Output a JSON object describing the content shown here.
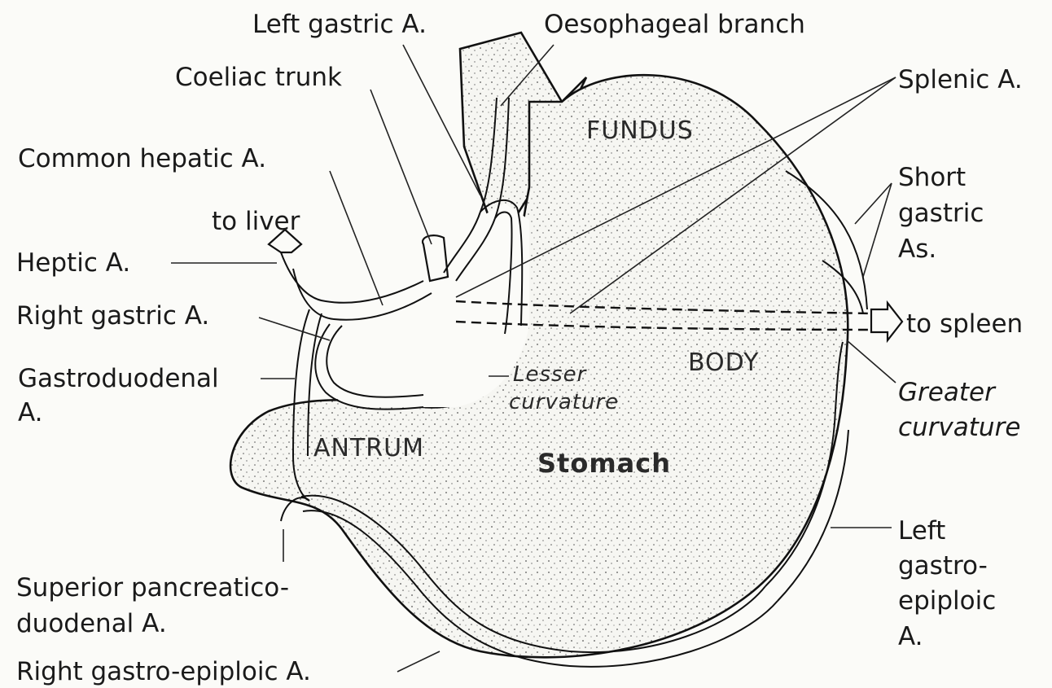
{
  "labels": {
    "left_gastric": "Left gastric A.",
    "oesophageal_branch": "Oesophageal branch",
    "coeliac_trunk": "Coeliac trunk",
    "splenic": "Splenic A.",
    "common_hepatic": "Common hepatic A.",
    "fundus": "FUNDUS",
    "short_gastric_1": "Short",
    "short_gastric_2": "gastric",
    "short_gastric_3": "As.",
    "to_liver": "to liver",
    "heptic": "Heptic A.",
    "right_gastric": "Right gastric A.",
    "to_spleen": "to spleen",
    "body": "BODY",
    "gastroduodenal_1": "Gastroduodenal",
    "gastroduodenal_2": "A.",
    "lesser_curvature_1": "Lesser",
    "lesser_curvature_2": "curvature",
    "greater_curvature_1": "Greater",
    "greater_curvature_2": "curvature",
    "antrum": "ANTRUM",
    "stomach": "Stomach",
    "left_gastro_epiploic_1": "Left",
    "left_gastro_epiploic_2": "gastro-",
    "left_gastro_epiploic_3": "epiploic",
    "left_gastro_epiploic_4": "A.",
    "superior_pancreatico_1": "Superior pancreatico-",
    "superior_pancreatico_2": "duodenal A.",
    "right_gastro_epiploic": "Right gastro-epiploic A."
  }
}
